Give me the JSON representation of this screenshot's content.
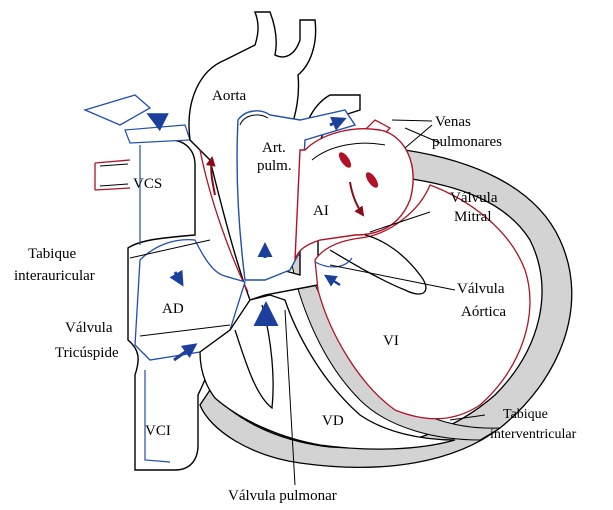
{
  "labels": {
    "aorta": "Aorta",
    "art_pulm_1": "Art.",
    "art_pulm_2": "pulm.",
    "venas_1": "Venas",
    "venas_2": "pulmonares",
    "vcs": "VCS",
    "ai": "AI",
    "valvula_mitral_1": "Válvula",
    "valvula_mitral_2": "Mitral",
    "tabique_interauricular_1": "Tabique",
    "tabique_interauricular_2": "interauricular",
    "ad": "AD",
    "valvula_aortica_1": "Válvula",
    "valvula_aortica_2": "Aórtica",
    "valvula_tricuspide_1": "Válvula",
    "valvula_tricuspide_2": "Tricúspide",
    "vi": "VI",
    "vd": "VD",
    "vci": "VCI",
    "tabique_interventricular_1": "Tabique",
    "tabique_interventricular_2": "interventricular",
    "valvula_pulmonar": "Válvula pulmonar"
  },
  "colors": {
    "outline": "#000000",
    "deoxygenated": "#1f4fb0",
    "oxygenated": "#b01226",
    "arrow_blue": "#1c3f9c",
    "arrow_red": "#8a0a1a",
    "wall_gray": "#d3d3d3"
  }
}
